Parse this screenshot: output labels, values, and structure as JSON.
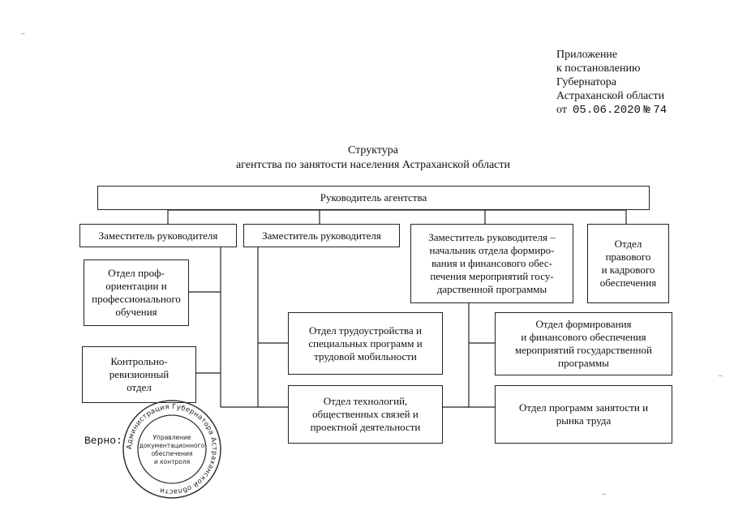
{
  "appendix": {
    "line1": "Приложение",
    "line2": "к постановлению",
    "line3": "Губернатора",
    "line4": "Астраханской области",
    "date_prefix": "от",
    "date": "05.06.2020",
    "number_label": "№",
    "number": "74"
  },
  "title": {
    "line1": "Структура",
    "line2": "агентства по занятости населения Астраханской области"
  },
  "chart": {
    "head": "Руководитель агентства",
    "deputy1": "Заместитель руководителя",
    "deputy2": "Заместитель руководителя",
    "deputy3": "Заместитель руководителя –\nначальник отдела формиро-\nвания и финансового обес-\nпечения мероприятий госу-\nдарственной программы",
    "legal": "Отдел\nправового\nи кадрового\nобеспечения",
    "career": "Отдел проф-\nориентации и\nпрофессионального\nобучения",
    "audit": "Контрольно-\nревизионный\nотдел",
    "employment": "Отдел трудоустройства и\nспециальных программ и\nтрудовой мобильности",
    "technology": "Отдел технологий,\nобщественных связей и\nпроектной деятельности",
    "finance": "Отдел формирования\nи финансового обеспечения\nмероприятий государственной\nпрограммы",
    "programs": "Отдел программ занятости и\nрынка труда"
  },
  "certification": {
    "label": "Верно:",
    "stamp_ring": "Администрация Губернатора Астраханской области",
    "stamp_line1": "Управление",
    "stamp_line2": "документационного",
    "stamp_line3": "обеспечения",
    "stamp_line4": "и контроля"
  }
}
